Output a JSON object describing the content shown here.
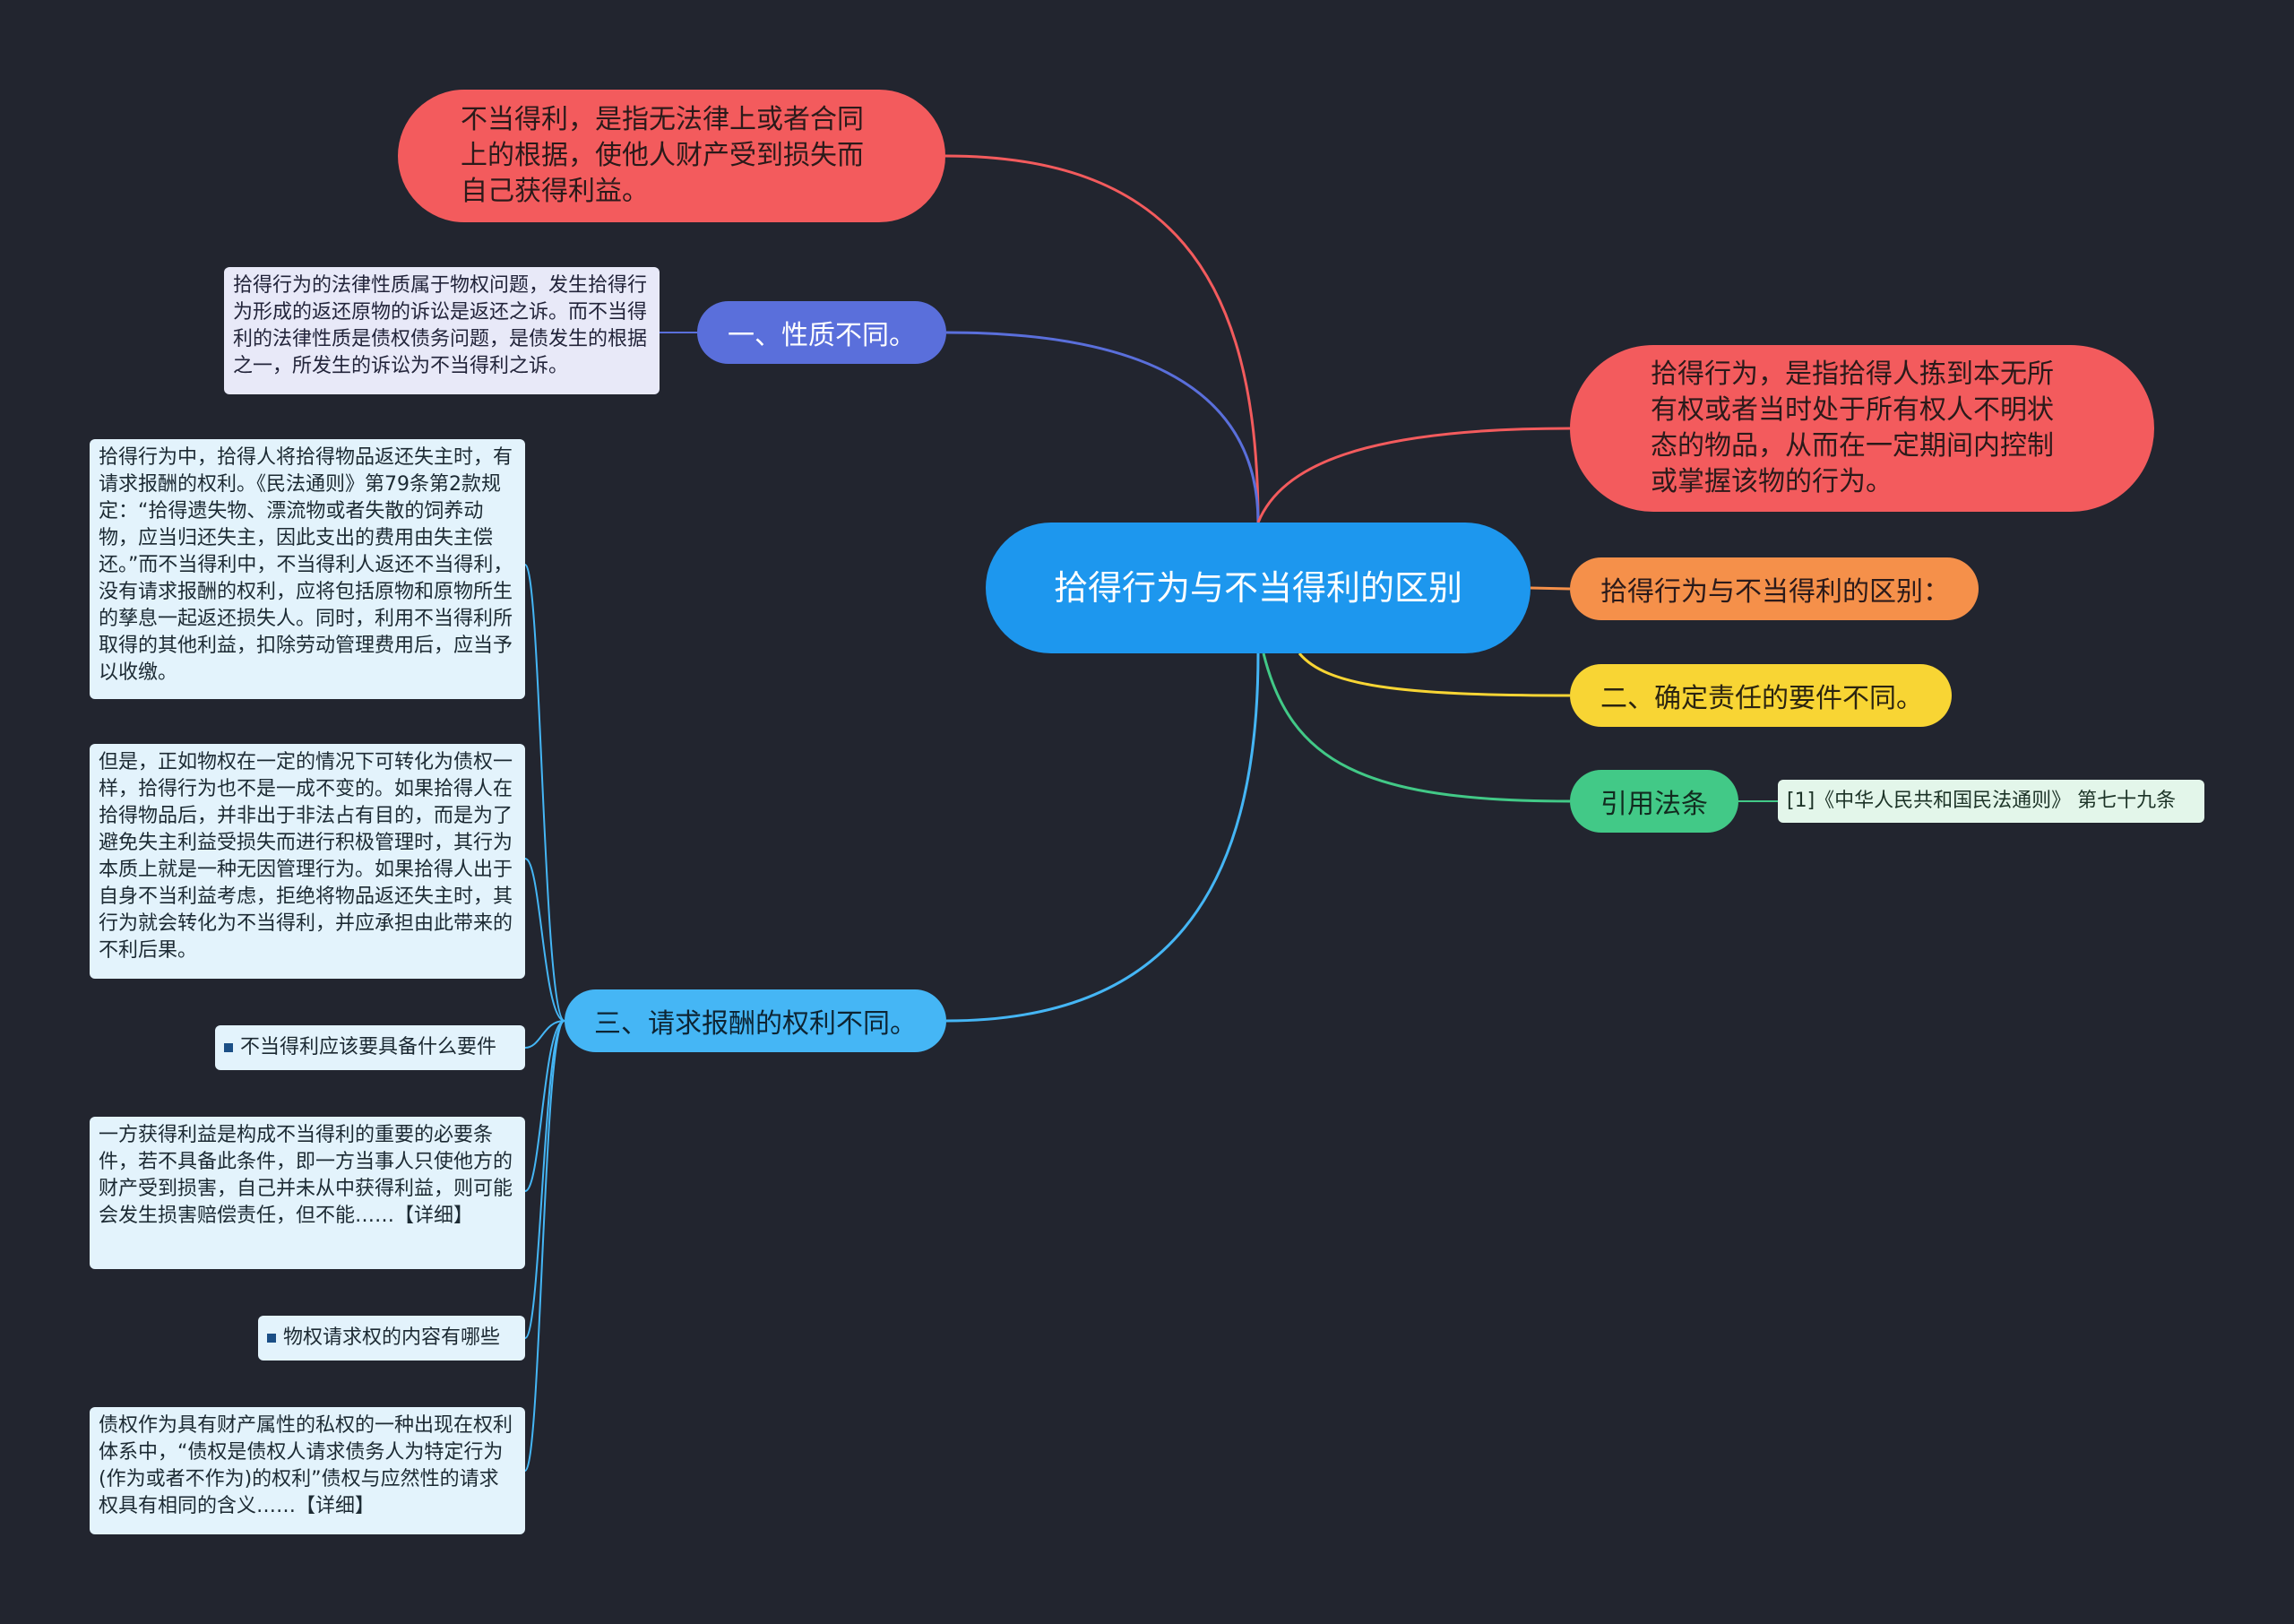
{
  "root": {
    "label": "拾得行为与不当得利的区别"
  },
  "branches": {
    "definition_unjust": "不当得利，是指无法律上或者合同上的根据，使他人财产受到损失而自己获得利益。",
    "nature": {
      "label": "一、性质不同。",
      "detail": "拾得行为的法律性质属于物权问题，发生拾得行为形成的返还原物的诉讼是返还之诉。而不当得利的法律性质是债权债务问题，是债发生的根据之一，所发生的诉讼为不当得利之诉。"
    },
    "definition_finding": "拾得行为，是指拾得人拣到本无所有权或者当时处于所有权人不明状态的物品，从而在一定期间内控制或掌握该物的行为。",
    "difference_title": "拾得行为与不当得利的区别：",
    "liability": "二、确定责任的要件不同。",
    "citation": {
      "label": "引用法条",
      "detail": "[1]《中华人民共和国民法通则》 第七十九条"
    },
    "reward": {
      "label": "三、请求报酬的权利不同。",
      "details": [
        "拾得行为中，拾得人将拾得物品返还失主时，有请求报酬的权利。《民法通则》第79条第2款规定：“拾得遗失物、漂流物或者失散的饲养动物，应当归还失主，因此支出的费用由失主偿还。”而不当得利中，不当得利人返还不当得利，没有请求报酬的权利，应将包括原物和原物所生的孳息一起返还损失人。同时，利用不当得利所取得的其他利益，扣除劳动管理费用后，应当予以收缴。",
        "但是，正如物权在一定的情况下可转化为债权一样，拾得行为也不是一成不变的。如果拾得人在拾得物品后，并非出于非法占有目的，而是为了避免失主利益受损失而进行积极管理时，其行为本质上就是一种无因管理行为。如果拾得人出于自身不当利益考虑，拒绝将物品返还失主时，其行为就会转化为不当得利，并应承担由此带来的不利后果。",
        "不当得利应该要具备什么要件",
        "一方获得利益是构成不当得利的重要的必要条件，若不具备此条件，即一方当事人只使他方的财产受到损害，自己并未从中获得利益，则可能会发生损害赔偿责任，但不能……【详细】",
        "物权请求权的内容有哪些",
        "债权作为具有财产属性的私权的一种出现在权利体系中，“债权是债权人请求债务人为特定行为(作为或者不作为)的权利”债权与应然性的请求权具有相同的含义……【详细】"
      ]
    }
  },
  "colors": {
    "background": "#22252f",
    "root": "#1d97ee",
    "red": "#f35b5d",
    "blue": "#5a6fdb",
    "orange": "#f5904a",
    "yellow": "#f8d534",
    "green": "#42c987",
    "cyan": "#45b6f5"
  }
}
